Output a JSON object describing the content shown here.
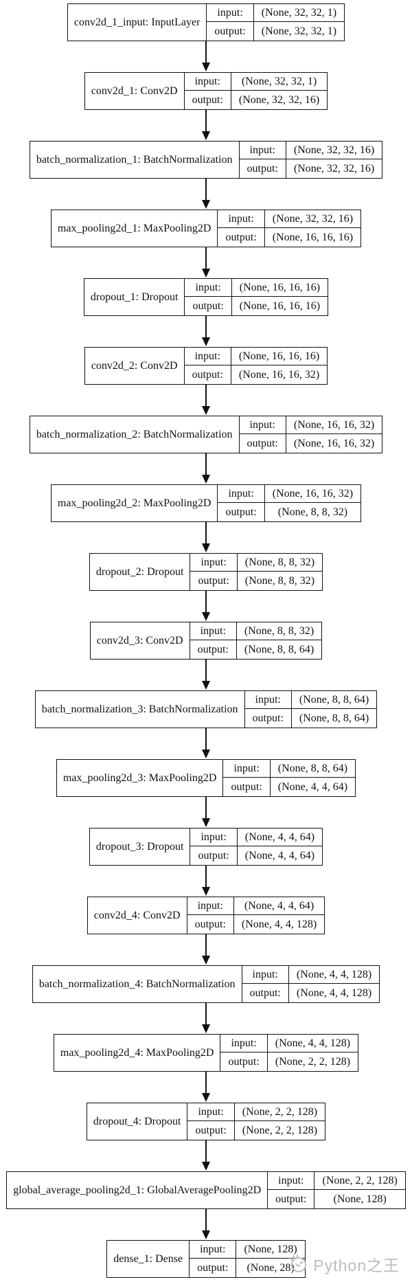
{
  "diagram": {
    "type": "keras-model-architecture-flowchart",
    "io": {
      "input_label": "input:",
      "output_label": "output:"
    },
    "nodes": [
      {
        "label": "conv2d_1_input: InputLayer",
        "input_shape": "(None, 32, 32, 1)",
        "output_shape": "(None, 32, 32, 1)"
      },
      {
        "label": "conv2d_1: Conv2D",
        "input_shape": "(None, 32, 32, 1)",
        "output_shape": "(None, 32, 32, 16)"
      },
      {
        "label": "batch_normalization_1: BatchNormalization",
        "input_shape": "(None, 32, 32, 16)",
        "output_shape": "(None, 32, 32, 16)"
      },
      {
        "label": "max_pooling2d_1: MaxPooling2D",
        "input_shape": "(None, 32, 32, 16)",
        "output_shape": "(None, 16, 16, 16)"
      },
      {
        "label": "dropout_1: Dropout",
        "input_shape": "(None, 16, 16, 16)",
        "output_shape": "(None, 16, 16, 16)"
      },
      {
        "label": "conv2d_2: Conv2D",
        "input_shape": "(None, 16, 16, 16)",
        "output_shape": "(None, 16, 16, 32)"
      },
      {
        "label": "batch_normalization_2: BatchNormalization",
        "input_shape": "(None, 16, 16, 32)",
        "output_shape": "(None, 16, 16, 32)"
      },
      {
        "label": "max_pooling2d_2: MaxPooling2D",
        "input_shape": "(None, 16, 16, 32)",
        "output_shape": "(None, 8, 8, 32)"
      },
      {
        "label": "dropout_2: Dropout",
        "input_shape": "(None, 8, 8, 32)",
        "output_shape": "(None, 8, 8, 32)"
      },
      {
        "label": "conv2d_3: Conv2D",
        "input_shape": "(None, 8, 8, 32)",
        "output_shape": "(None, 8, 8, 64)"
      },
      {
        "label": "batch_normalization_3: BatchNormalization",
        "input_shape": "(None, 8, 8, 64)",
        "output_shape": "(None, 8, 8, 64)"
      },
      {
        "label": "max_pooling2d_3: MaxPooling2D",
        "input_shape": "(None, 8, 8, 64)",
        "output_shape": "(None, 4, 4, 64)"
      },
      {
        "label": "dropout_3: Dropout",
        "input_shape": "(None, 4, 4, 64)",
        "output_shape": "(None, 4, 4, 64)"
      },
      {
        "label": "conv2d_4: Conv2D",
        "input_shape": "(None, 4, 4, 64)",
        "output_shape": "(None, 4, 4, 128)"
      },
      {
        "label": "batch_normalization_4: BatchNormalization",
        "input_shape": "(None, 4, 4, 128)",
        "output_shape": "(None, 4, 4, 128)"
      },
      {
        "label": "max_pooling2d_4: MaxPooling2D",
        "input_shape": "(None, 4, 4, 128)",
        "output_shape": "(None, 2, 2, 128)"
      },
      {
        "label": "dropout_4: Dropout",
        "input_shape": "(None, 2, 2, 128)",
        "output_shape": "(None, 2, 2, 128)"
      },
      {
        "label": "global_average_pooling2d_1: GlobalAveragePooling2D",
        "input_shape": "(None, 2, 2, 128)",
        "output_shape": "(None, 128)"
      },
      {
        "label": "dense_1: Dense",
        "input_shape": "(None, 128)",
        "output_shape": "(None, 28)"
      }
    ]
  },
  "watermark": {
    "text": "Python之王",
    "icon": "chick-doodle-icon",
    "color": "#bdbdbd"
  },
  "colors": {
    "background": "#ffffff",
    "border": "#111111",
    "text": "#111111"
  }
}
